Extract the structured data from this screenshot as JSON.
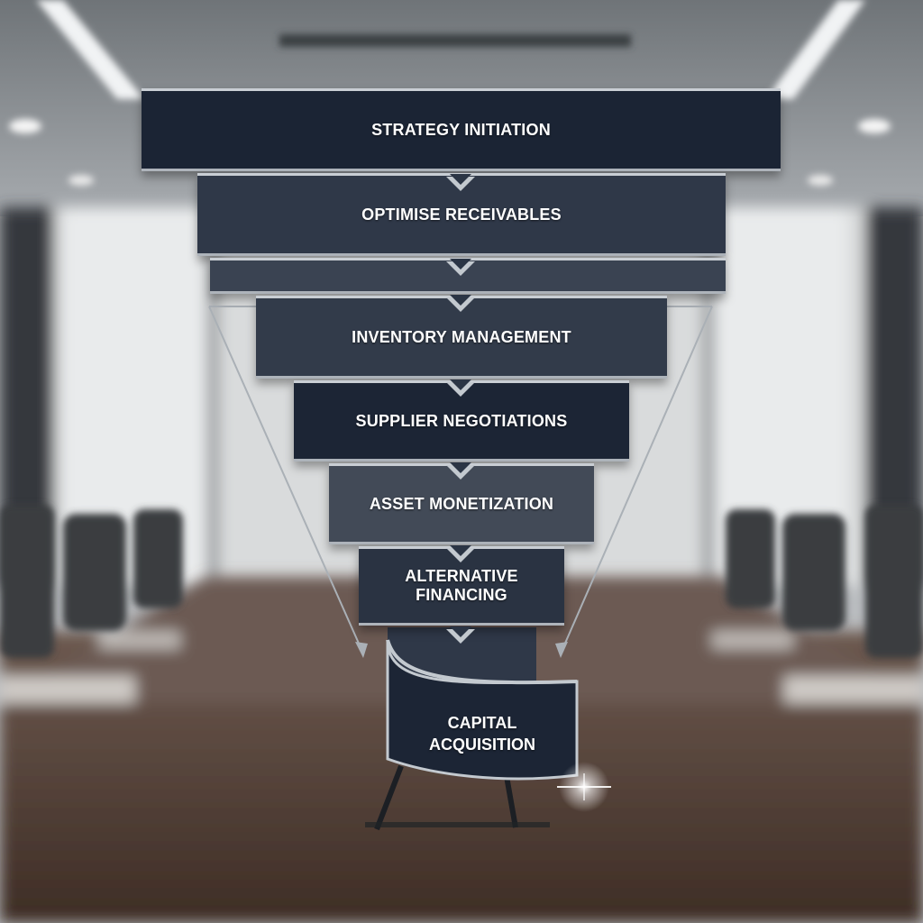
{
  "funnel": {
    "stages": [
      {
        "label": "STRATEGY INITIATION",
        "color": "#1b2434"
      },
      {
        "label": "OPTIMISE RECEIVABLES",
        "color": "#2f3848"
      },
      {
        "label": "",
        "color": "#3a4352"
      },
      {
        "label": "INVENTORY MANAGEMENT",
        "color": "#323b4a"
      },
      {
        "label": "SUPPLIER NEGOTIATIONS",
        "color": "#1c2535"
      },
      {
        "label": "ASSET MONETIZATION",
        "color": "#424a57"
      },
      {
        "label": "ALTERNATIVE FINANCING",
        "color": "#2a3342"
      }
    ],
    "final_stage": {
      "line1": "CAPITAL",
      "line2": "ACQUISITION",
      "color": "#1c2535"
    }
  }
}
